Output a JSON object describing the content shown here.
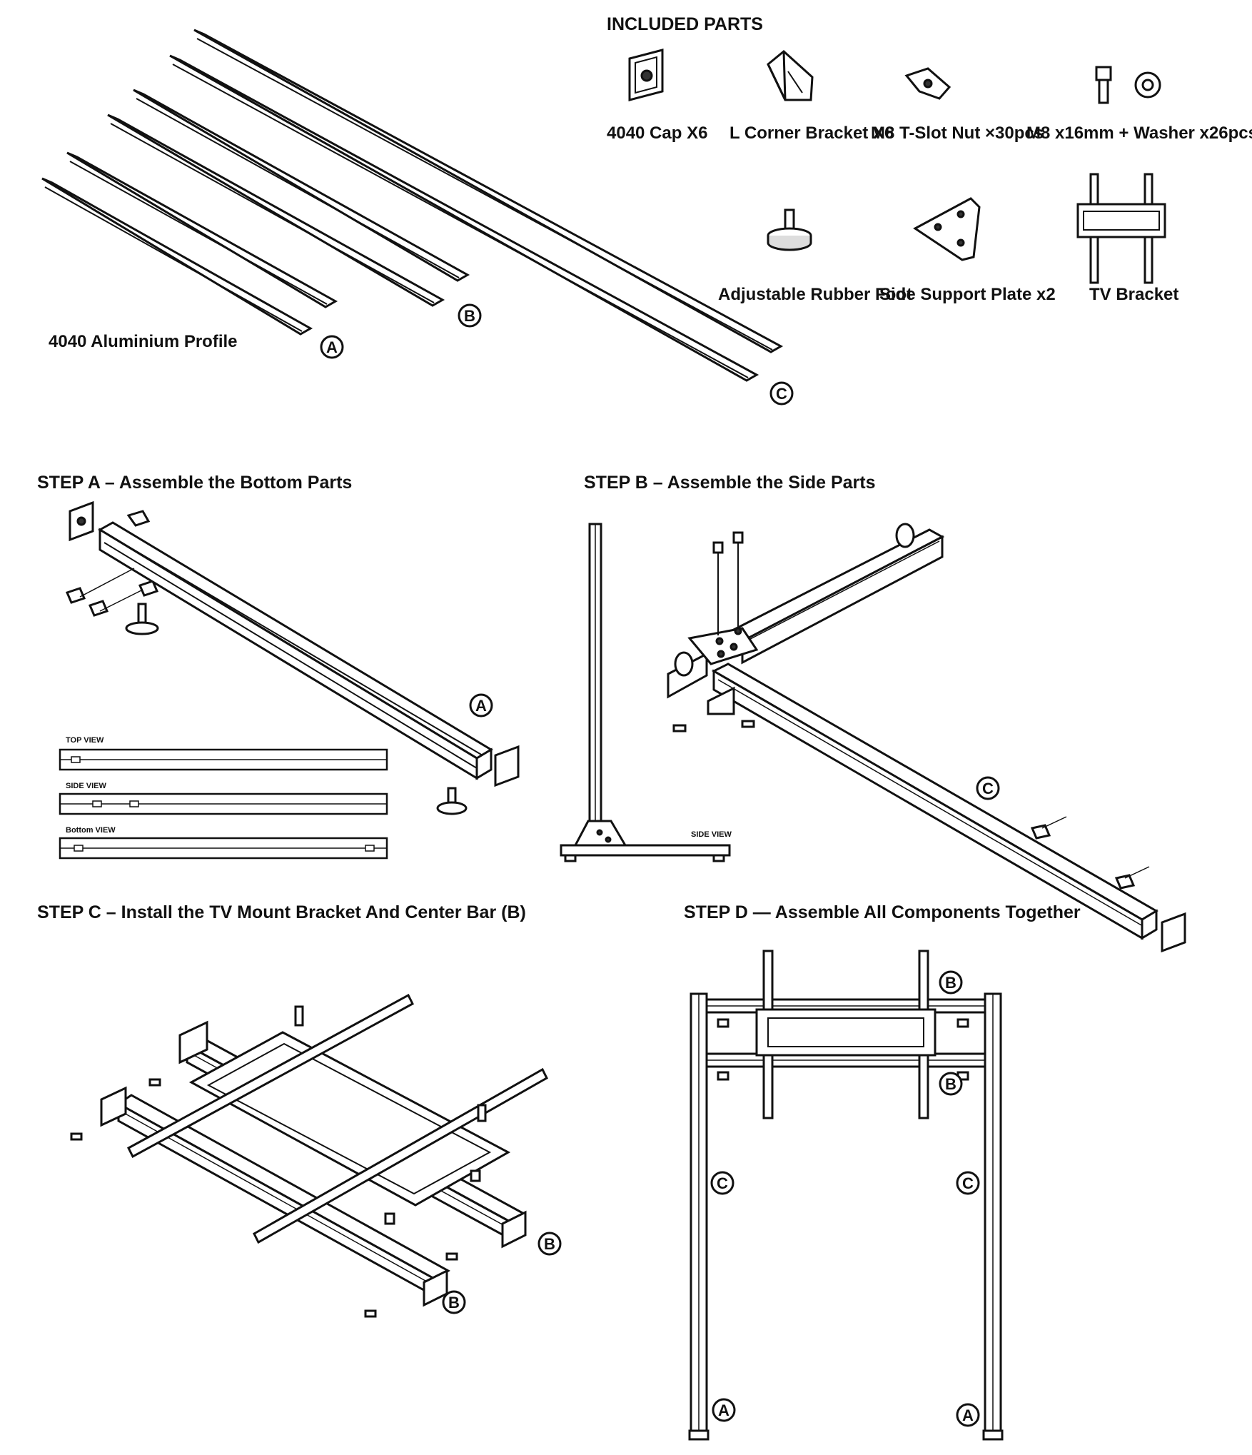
{
  "sections": {
    "included_parts_title": "INCLUDED PARTS",
    "step_a": "STEP A – Assemble the Bottom Parts",
    "step_b": "STEP B – Assemble the Side Parts",
    "step_c": "STEP C – Install the TV Mount Bracket And Center Bar (B)",
    "step_d": "STEP D — Assemble All Components Together"
  },
  "parts": [
    {
      "label": "4040 Cap X6",
      "icon": "cap-icon"
    },
    {
      "label": "L Corner Bracket X6",
      "icon": "corner-bracket-icon"
    },
    {
      "label": "M8 T-Slot Nut ×30pcs",
      "icon": "t-slot-nut-icon"
    },
    {
      "label": "M8 x16mm + Washer x26pcs",
      "icon": "bolt-washer-icon"
    },
    {
      "label": "Adjustable Rubber Foot",
      "icon": "rubber-foot-icon"
    },
    {
      "label": "Side Support Plate x2",
      "icon": "support-plate-icon"
    },
    {
      "label": "TV Bracket",
      "icon": "tv-bracket-icon"
    }
  ],
  "profile": {
    "label": "4040 Aluminium Profile",
    "markers": [
      "A",
      "B",
      "C"
    ]
  },
  "step_a_views": {
    "top": "TOP VIEW",
    "side": "SIDE VIEW",
    "bottom": "Bottom VIEW"
  },
  "step_b_side_view": "SIDE VIEW",
  "markers": {
    "a": "A",
    "b": "B",
    "c": "C"
  }
}
